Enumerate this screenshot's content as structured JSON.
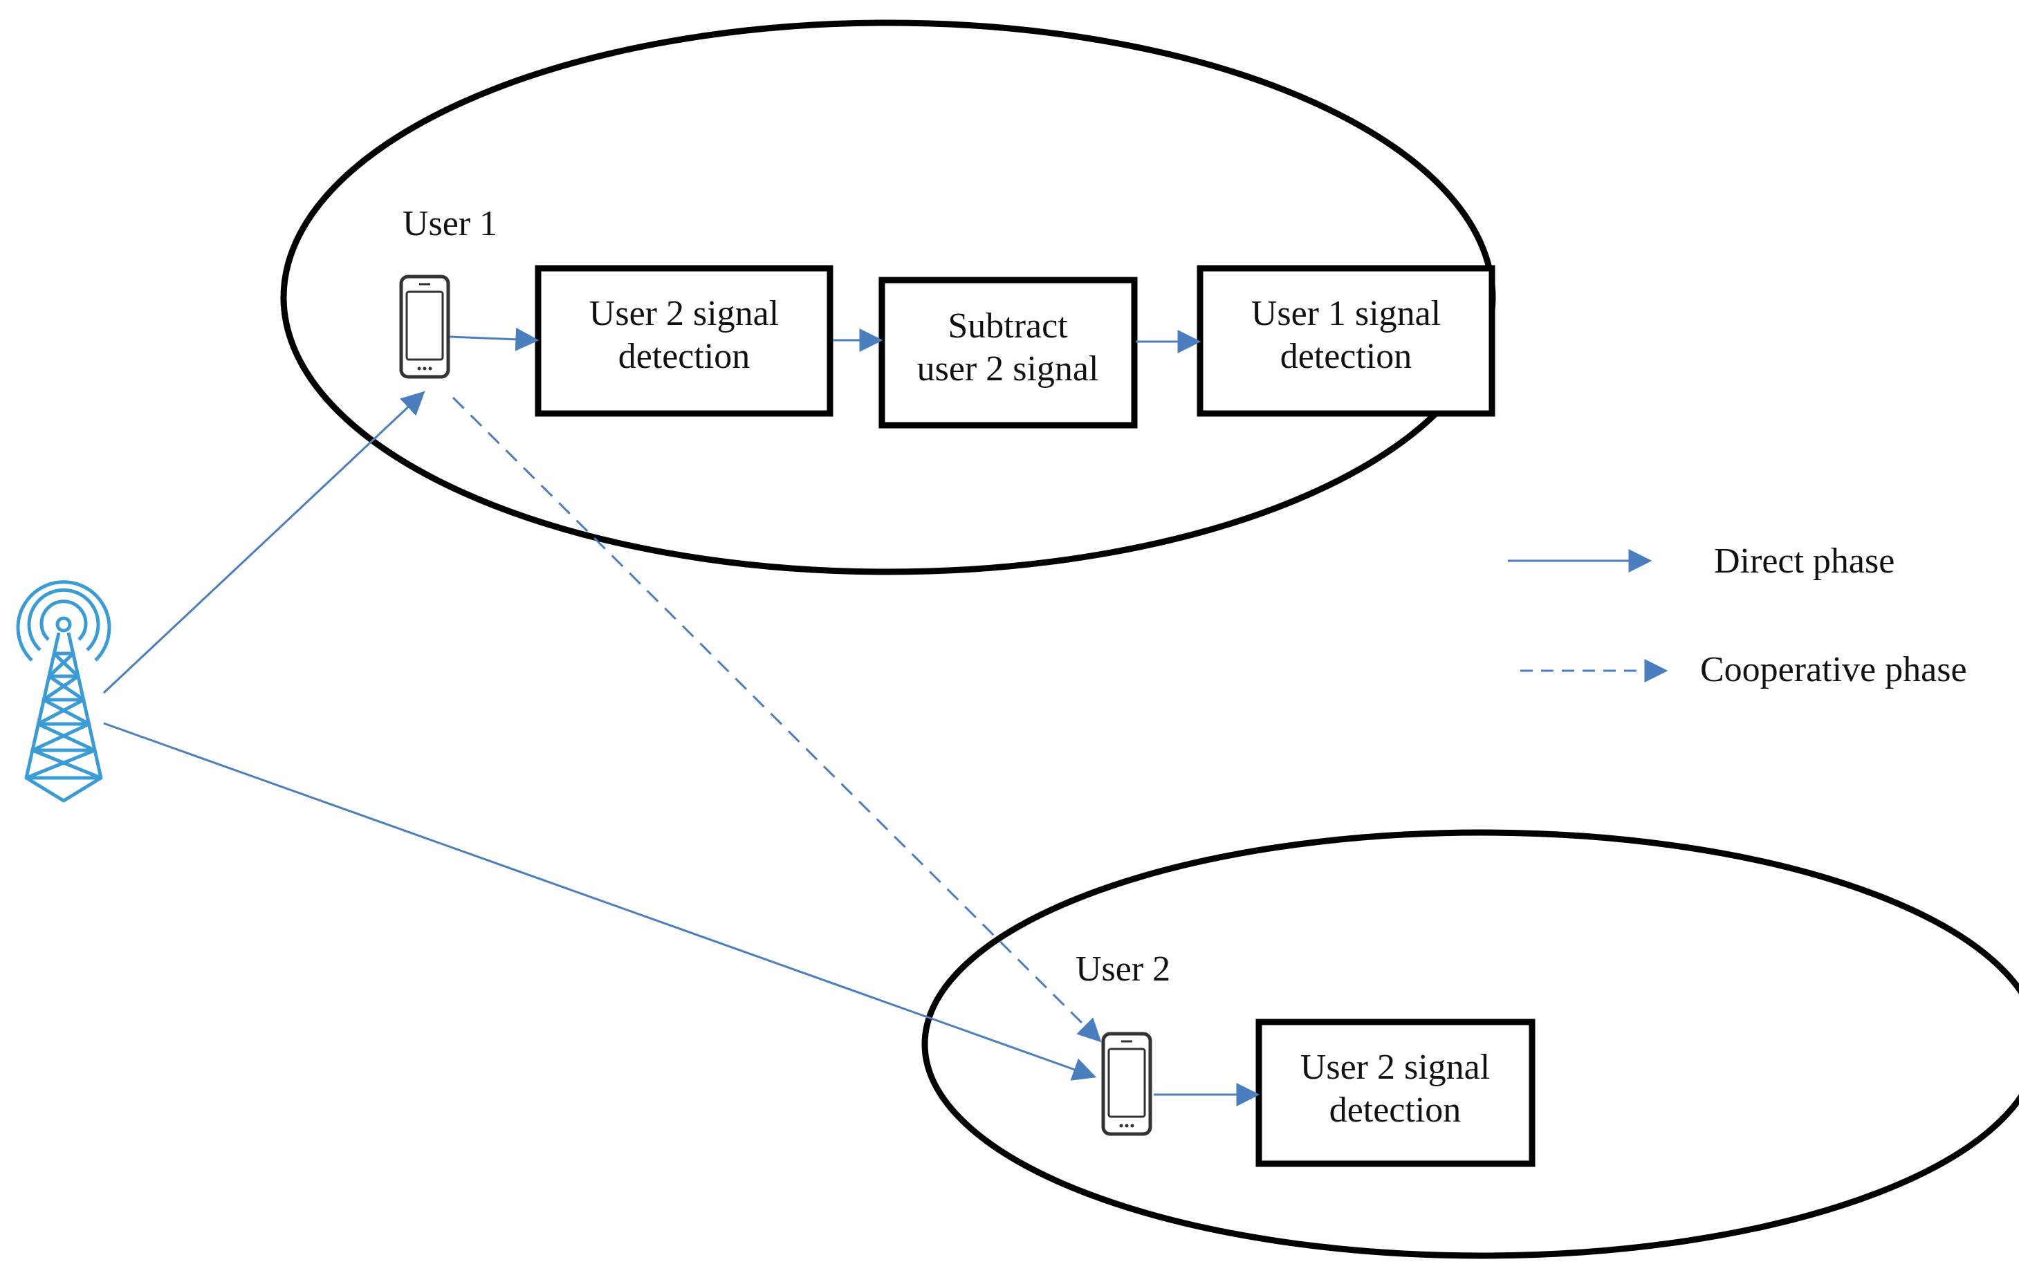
{
  "user1": {
    "label": "User 1",
    "steps": [
      {
        "line1": "User 2 signal",
        "line2": "detection"
      },
      {
        "line1": "Subtract",
        "line2": "user 2 signal"
      },
      {
        "line1": "User 1 signal",
        "line2": "detection"
      }
    ]
  },
  "user2": {
    "label": "User 2",
    "steps": [
      {
        "line1": "User 2 signal",
        "line2": "detection"
      }
    ]
  },
  "legend": {
    "direct": "Direct phase",
    "cooperative": "Cooperative phase"
  },
  "icons": [
    "cell-tower-icon",
    "smartphone-icon"
  ],
  "colors": {
    "arrow": "#4a7ebf",
    "outline": "#000000",
    "tower": "#3a9bd5"
  }
}
